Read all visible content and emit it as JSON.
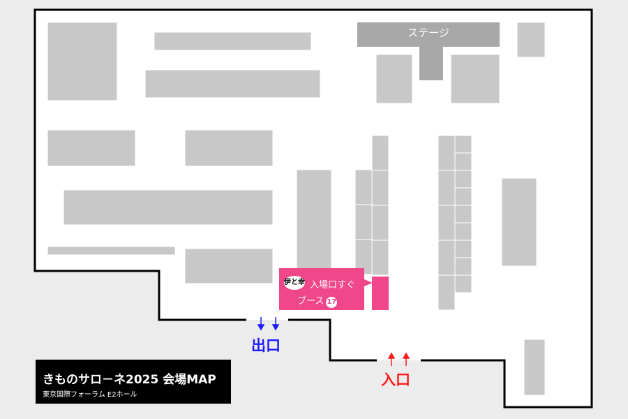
{
  "map": {
    "stage_label": "ステージ",
    "exit_label": "出口",
    "entry_label": "入口"
  },
  "callout": {
    "logo_text": "伊と幸",
    "line1": "入場口すぐ",
    "line2": "ブース",
    "booth_number": "17"
  },
  "title_box": {
    "title": "きものサロ－ネ2025 会場MAP",
    "subtitle": "東京国際フォーラム E2ホール"
  },
  "colors": {
    "booth": "#c8c8c8",
    "stage": "#a8a8a8",
    "highlight": "#f0468a",
    "exit": "#1a1aff",
    "entry": "#ff1a1a"
  }
}
